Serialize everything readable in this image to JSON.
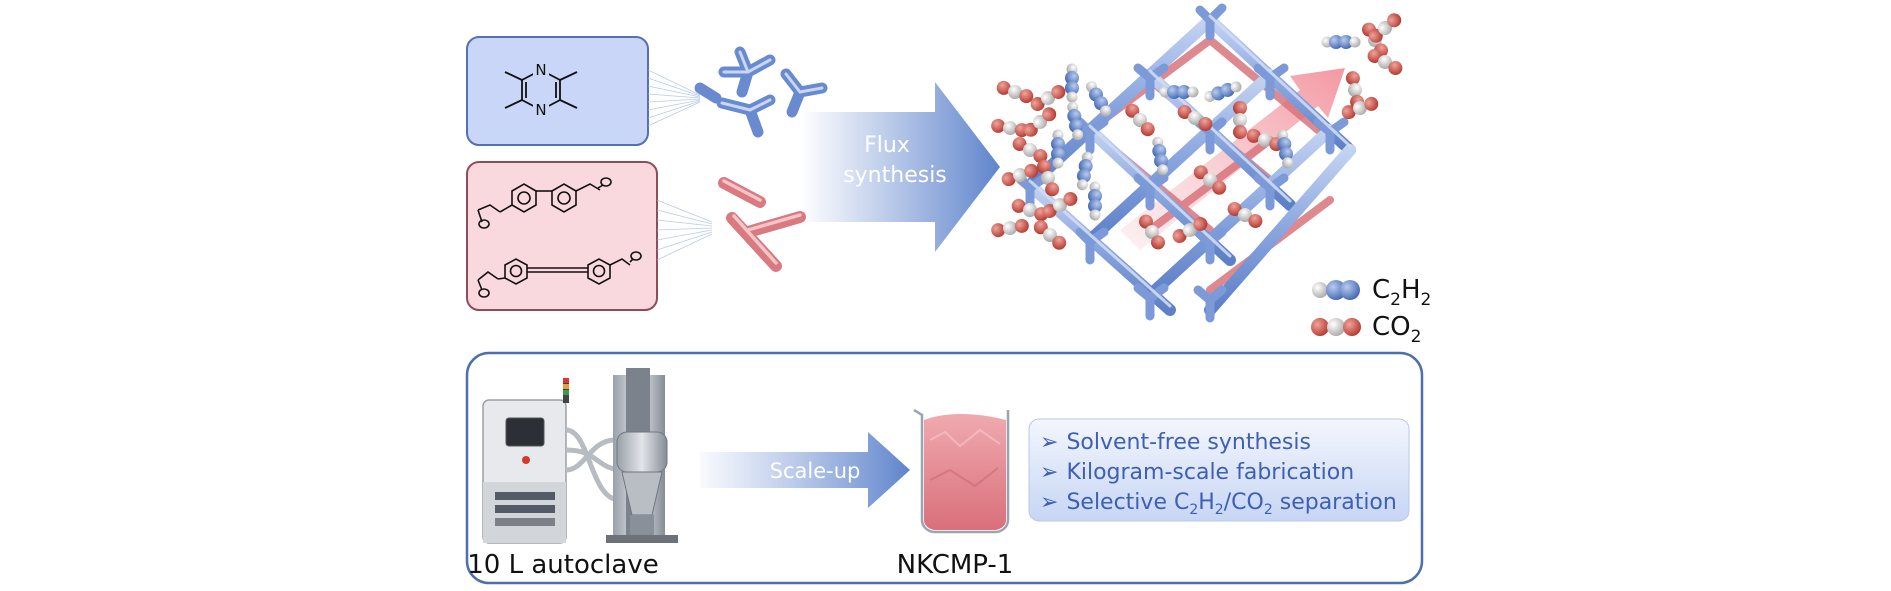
{
  "monomers": {
    "top_box_color": "#c9d6f7",
    "bottom_box_color": "#f9d9de",
    "nitrogen_symbol": "N"
  },
  "arrows": {
    "flux_line1": "Flux",
    "flux_line2": "synthesis",
    "scale_up": "Scale-up",
    "arrow_color": "#6a8cd0"
  },
  "legend": {
    "c2h2": {
      "base": "C",
      "sub1": "2",
      "mid": "H",
      "sub2": "2"
    },
    "co2": {
      "base": "CO",
      "sub": "2"
    }
  },
  "bottom_panel": {
    "autoclave_label": "10 L autoclave",
    "product_label": "NKCMP-1",
    "features": [
      {
        "text": "Solvent-free synthesis"
      },
      {
        "text": "Kilogram-scale fabrication"
      },
      {
        "pre": "Selective C",
        "s1": "2",
        "m": "H",
        "s2": "2",
        "m2": "/CO",
        "s3": "2",
        "post": " separation"
      }
    ],
    "bullet_glyph": "➢",
    "feature_color": "#3e5fb4",
    "frame_color": "#4d6fae"
  },
  "colors": {
    "blue_tube": "#7f9fdc",
    "red_tube": "#d9747c",
    "oxygen": "#c7493f",
    "carbon_blue": "#5b80c8",
    "hydrogen": "#dcdcdc"
  }
}
